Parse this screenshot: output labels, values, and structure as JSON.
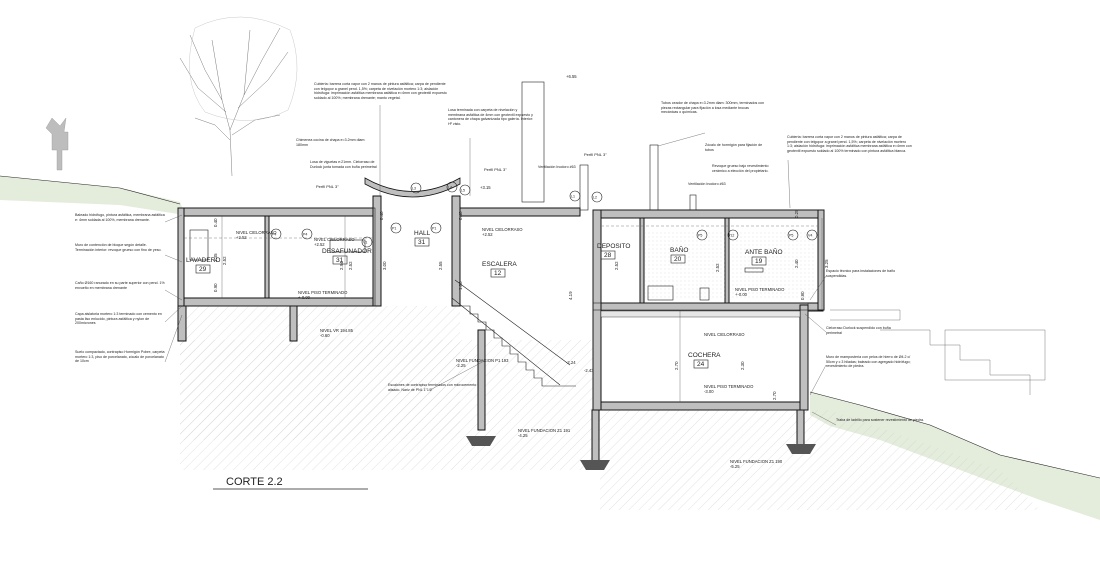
{
  "drawing": {
    "title": "CORTE 2.2",
    "colors": {
      "terrain_fill": "#e4ecdc",
      "wall_fill": "#bfbfbf",
      "line": "#222222",
      "hatch": "#cfcfcf"
    }
  },
  "rooms": [
    {
      "name": "LAVADERO",
      "tag": "29"
    },
    {
      "name": "DESAFUNADOR",
      "tag": "31"
    },
    {
      "name": "HALL",
      "tag": "31"
    },
    {
      "name": "ESCALERA",
      "tag": "12"
    },
    {
      "name": "DEPOSITO",
      "tag": "28"
    },
    {
      "name": "BAÑO",
      "tag": "20"
    },
    {
      "name": "ANTE BAÑO",
      "tag": "19"
    },
    {
      "name": "COCHERA",
      "tag": "24"
    }
  ],
  "levels": [
    "NIVEL CIELORRASO\n+2.52",
    "NIVEL CIELORRASO\n+2.52",
    "NIVEL CIELORRASO\n+2.52",
    "NIVEL PISO TERMINADO\n+-0.00",
    "NIVEL PISO TERMINADO\n+-0.00",
    "NIVEL CIELORRASO",
    "NIVEL PISO TERMINADO\n-3.00",
    "NIVEL FUNDACION P1 193\n-2.25",
    "NIVEL VR 194.85\n-0.60",
    "NIVEL FUNDACION Z1 191\n-4.25",
    "NIVEL FUNDACION Z1 190\n-5.25",
    "+6.55",
    "+3.15",
    "-2.24",
    "-2.43"
  ],
  "callouts": [
    "Cubierta: barrera corta vapor con 2 manos de pintura asfáltica; carpa de pendiente con telgopor a granel pend. 1,5%; carpeta de nivelación mortero 1:3; aislación hidrófuga: imprimación asfáltica membrana asfáltica e=4mm con geotextil expuesto soldado al 100%; membrana drenante; manto vegetal.",
    "Losa terminada con carpeta de nivelación y membrana asfáltica de 4mm con geotextil expuesto y cantonera de chapa galvanizada tipo galería. Interior: Hº visto.",
    "Chimenea cocina de chapa e=3.2mm diam: 180mm",
    "Losa de viguetas e:21mm. Cielorraso de Durlock junta tomada con buña perimetral",
    "Perfil PNL 3\"",
    "Perfil PNL 3\"",
    "Perfil PNL 3\"",
    "Ventilación Inodoro #63",
    "Tubos ceador de chapa e=3.2mm diam: 300mm, terminados con piezas rectangular para fijación a losa mediante brocas mecánicas o químicas.",
    "Zócalo de hormigón para fijación de tubos",
    "Revoque grueso bajo revestimiento cerámico a elección del propietario.",
    "Ventilación Inodoro #63",
    "Cubierta: barrera corta vapor con 2 manos de pintura asfáltica; carpa de pendiente con telgopor a granel pend. 1,5%; carpeta de nivelación mortero 1:3; aislación hidrófuga: imprimación asfáltica membrana asfáltica e=4mm con geotextil expuesto soldado al 100% terminado con pintura asfáltica blanca.",
    "Baleado hidrófugo, pintura asfáltica, membrana asfáltica e: 4mm soldada al 100%, membrana drenante.",
    "Muro de contención de bloque según detalle. Terminación interior: revoque grueso con fino de yeso.",
    "Caño Ø160 ranurado en su parte superior con pend. 1% envuelto en membrana drenante",
    "Capa aislatoria mortero 1:3 terminado con cemento en pasta liso enlucido, pintura asfáltica y nylon de 200micrones",
    "Suelo compactado, contrapiso Hormigón Pobre, carpeta mortero 1:3, piso de porcelanato, zócalo de porcelanato de 10cm",
    "Escalones de contrapiso terminados con microcemento alisado. Nariz de PNL 1\"1/2",
    "Espacio técnico para instalaciones de baño suspendidas.",
    "Cielorraso Durlock suspendido con buña perimetral",
    "Muro de mampostería con pelos de hierro de Ø4.2 c/ 50cm y c 3 hiladas; baleado con agregado hidrófugo; revestimiento de piedra.",
    "Traba de ladrillo para sostener revestimiento de piedra."
  ],
  "tags": [
    "P4",
    "P4",
    "V1",
    "P1",
    "L3",
    "L4",
    "L5",
    "L1",
    "L2",
    "P1",
    "P5",
    "V12",
    "P5",
    "V4"
  ],
  "dimensions": [
    "3.35",
    "2.52",
    "0.40",
    "0.90",
    "2.94",
    "2.52",
    "0.40",
    "3.00",
    "2.55",
    "0.40",
    "1.00",
    "4.19",
    "2.52",
    "2.70",
    "2.30",
    "2.70",
    "0.80",
    "2.52",
    "3.25",
    "2.40",
    "0.25"
  ]
}
